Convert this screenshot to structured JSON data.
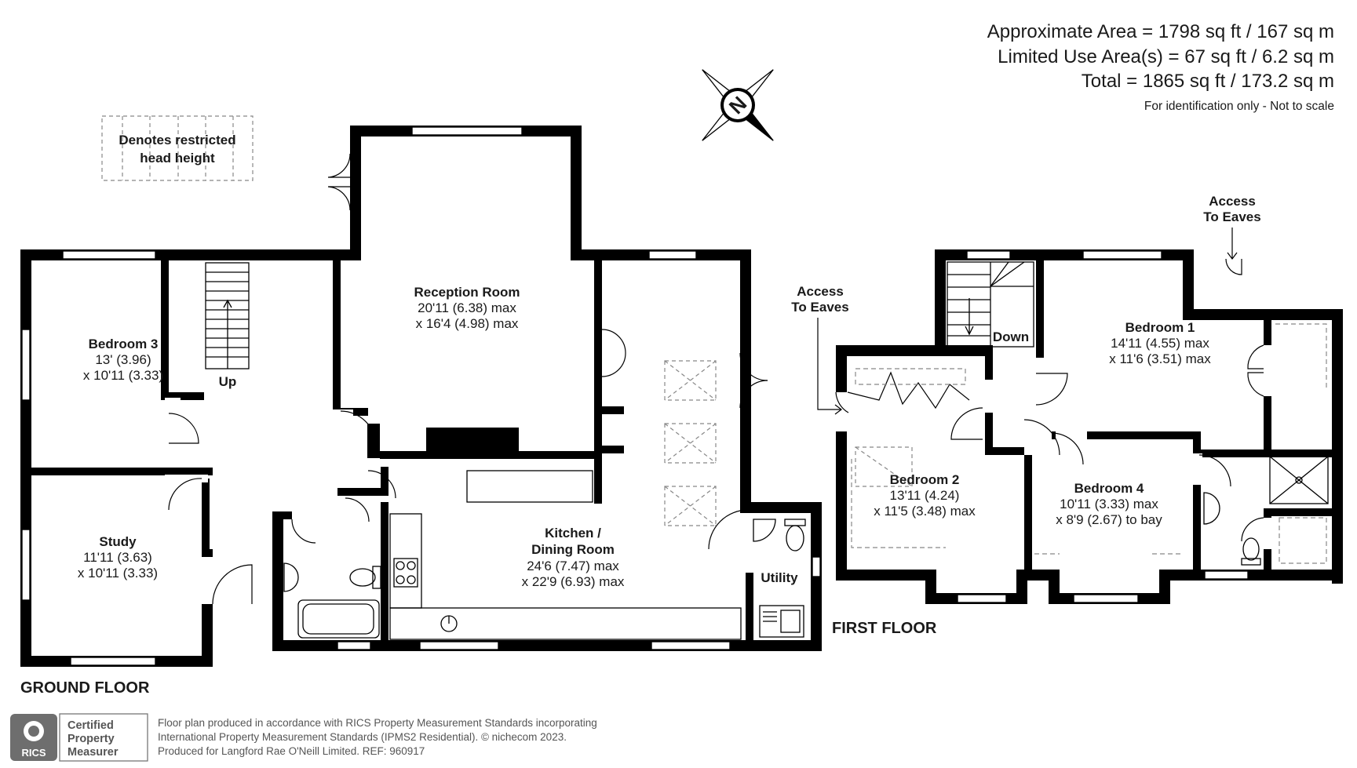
{
  "area_summary": {
    "approximate": "Approximate Area = 1798 sq ft / 167 sq m",
    "limited_use": "Limited Use Area(s) = 67 sq ft / 6.2 sq m",
    "total": "Total = 1865 sq ft / 173.2 sq m",
    "disclaimer": "For identification only - Not to scale"
  },
  "compass_label": "N",
  "legend": {
    "line1": "Denotes restricted",
    "line2": "head height"
  },
  "ground_floor": {
    "title": "GROUND FLOOR",
    "rooms": {
      "reception": {
        "name": "Reception Room",
        "dim1": "20'11 (6.38) max",
        "dim2": "x 16'4 (4.98) max"
      },
      "bedroom3": {
        "name": "Bedroom 3",
        "dim1": "13' (3.96)",
        "dim2": "x 10'11 (3.33)"
      },
      "study": {
        "name": "Study",
        "dim1": "11'11 (3.63)",
        "dim2": "x 10'11 (3.33)"
      },
      "kitchen": {
        "name1": "Kitchen /",
        "name2": "Dining Room",
        "dim1": "24'6 (7.47) max",
        "dim2": "x 22'9 (6.93) max"
      },
      "utility": {
        "name": "Utility"
      }
    },
    "stairs_label": "Up"
  },
  "first_floor": {
    "title": "FIRST FLOOR",
    "rooms": {
      "bedroom1": {
        "name": "Bedroom 1",
        "dim1": "14'11 (4.55) max",
        "dim2": "x 11'6 (3.51) max"
      },
      "bedroom2": {
        "name": "Bedroom 2",
        "dim1": "13'11 (4.24)",
        "dim2": "x 11'5 (3.48) max"
      },
      "bedroom4": {
        "name": "Bedroom 4",
        "dim1": "10'11 (3.33) max",
        "dim2": "x 8'9 (2.67) to bay"
      }
    },
    "stairs_label": "Down",
    "access_eaves_left": {
      "line1": "Access",
      "line2": "To Eaves"
    },
    "access_eaves_right": {
      "line1": "Access",
      "line2": "To Eaves"
    }
  },
  "footer": {
    "rics_logo": "RICS",
    "badge": {
      "line1": "Certified",
      "line2": "Property",
      "line3": "Measurer"
    },
    "text1": "Floor plan produced in accordance with RICS Property Measurement Standards incorporating",
    "text2": "International Property Measurement Standards (IPMS2 Residential).  © nichecom 2023.",
    "text3": "Produced for Langford Rae O'Neill Limited.  REF: 960917"
  },
  "colors": {
    "wall": "#000000",
    "text": "#1a1a1a",
    "restricted_outline": "#888888",
    "footer_text": "#555555"
  }
}
